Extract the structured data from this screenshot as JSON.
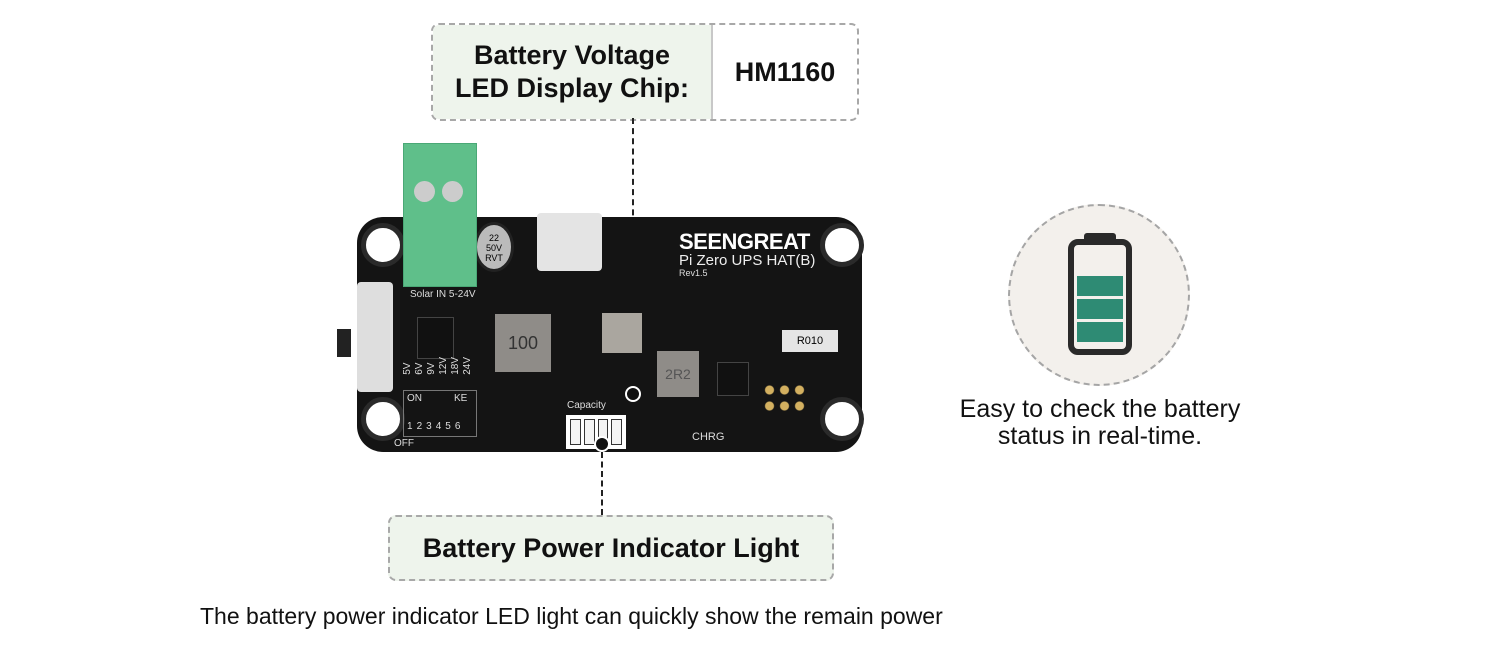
{
  "top_callout": {
    "label_line1": "Battery Voltage",
    "label_line2": "LED Display Chip:",
    "value": "HM1160"
  },
  "bottom_callout": {
    "label": "Battery Power Indicator Light"
  },
  "board": {
    "brand": "SEENGREAT",
    "model": "Pi Zero UPS HAT(B)",
    "revision": "Rev1.5",
    "solar_label": "Solar IN 5-24V",
    "voltages": [
      "5V",
      "6V",
      "9V",
      "12V",
      "18V",
      "24V"
    ],
    "dip_on": "ON",
    "dip_ke": "KE",
    "dip_off": "OFF",
    "dip_numbers": [
      "1",
      "2",
      "3",
      "4",
      "5",
      "6"
    ],
    "capacity_label": "Capacity",
    "chrg_label": "CHRG",
    "inductor_label": "100",
    "inductor2_label": "2R2",
    "resistor_label": "R010",
    "cap_label": [
      "22",
      "50V",
      "RVT"
    ]
  },
  "battery_icon": {
    "level_bars": 3,
    "max_bars": 4,
    "fill_color": "#2e8b74",
    "bg_color": "#f3f0ec"
  },
  "easy_text": {
    "line1": "Easy to check the battery",
    "line2": "status in real-time."
  },
  "caption": "The battery power indicator LED light can quickly show the remain power"
}
